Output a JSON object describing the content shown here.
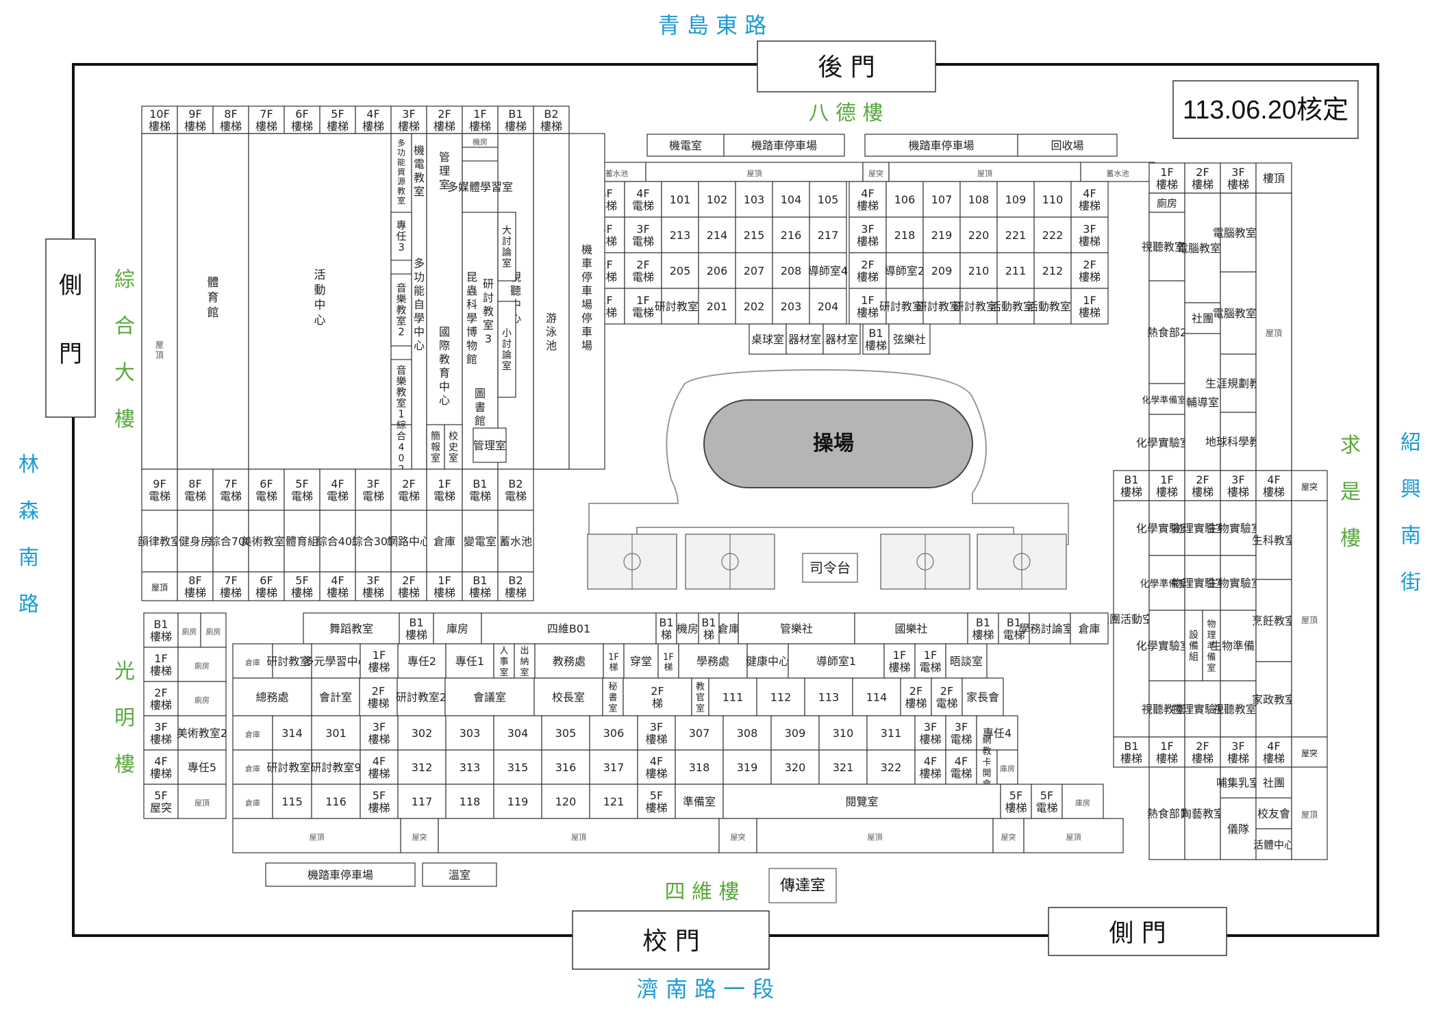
{
  "map": {
    "approved_label": "113.06.20核定",
    "roads": {
      "north": "青 島 東 路",
      "south": "濟 南 路 一 段",
      "west": "林森南路",
      "east": "紹興南街"
    },
    "gates": {
      "back": "後 門",
      "front": "校 門",
      "side_west": "側門",
      "side_east": "側 門"
    },
    "buildings": {
      "bade": "八 德 樓",
      "siwei": "四 維 樓",
      "zonghe": "綜合大樓",
      "guangming": "光明樓",
      "qiushi": "求是樓"
    },
    "field": {
      "track": "操場",
      "stage": "司令台",
      "guard_room": "傳達室"
    },
    "top_facilities": [
      "機電室",
      "機踏車停車場",
      "機踏車停車場",
      "回收場"
    ],
    "south_facilities": [
      "機踏車停車場",
      "溫室"
    ],
    "zonghe_stair_top": [
      "10F\n樓梯",
      "9F\n樓梯",
      "8F\n樓梯",
      "7F\n樓梯",
      "6F\n樓梯",
      "5F\n樓梯",
      "4F\n樓梯",
      "3F\n樓梯",
      "2F\n樓梯",
      "1F\n樓梯",
      "B1\n樓梯",
      "B2\n樓梯"
    ],
    "zonghe_cols": [
      "屋頂",
      "體育館",
      "活動中心",
      "多功能資源教室",
      "機電教室",
      "管理室",
      "機房",
      "多媒體學習室",
      "視聽中心",
      "游泳池",
      "機車停車場",
      "停車場"
    ],
    "zonghe_mid": [
      "專任3",
      "音樂教室2",
      "音樂教室1",
      "綜合402",
      "多功能自學中心",
      "國際教育中心",
      "昆蟲科學博物館",
      "研討教室3",
      "簡報室",
      "校史室",
      "大討論室",
      "小討論室",
      "圖書館",
      "管理室"
    ],
    "zonghe_elev": [
      "9F\n電梯",
      "8F\n電梯",
      "7F\n電梯",
      "6F\n電梯",
      "5F\n電梯",
      "4F\n電梯",
      "3F\n電梯",
      "2F\n電梯",
      "1F\n電梯",
      "B1\n電梯",
      "B2\n電梯"
    ],
    "zonghe_low": [
      "韻律教室",
      "健身房",
      "綜合701",
      "美術教室1",
      "體育組",
      "綜合401",
      "綜合301",
      "網路中心",
      "倉庫",
      "變電室",
      "蓄水池"
    ],
    "zonghe_stair_bot": [
      "屋頂",
      "8F\n樓梯",
      "7F\n樓梯",
      "6F\n樓梯",
      "5F\n樓梯",
      "4F\n樓梯",
      "3F\n樓梯",
      "2F\n樓梯",
      "1F\n樓梯",
      "B1\n樓梯",
      "B2\n樓梯"
    ],
    "bade_rows": [
      [
        "4F\n樓梯",
        "4F\n電梯",
        "101",
        "102",
        "103",
        "104",
        "105",
        "4F\n樓梯",
        "106",
        "107",
        "108",
        "109",
        "110",
        "4F\n樓梯"
      ],
      [
        "3F\n樓梯",
        "3F\n電梯",
        "213",
        "214",
        "215",
        "216",
        "217",
        "3F\n樓梯",
        "218",
        "219",
        "220",
        "221",
        "222",
        "3F\n樓梯"
      ],
      [
        "2F\n樓梯",
        "2F\n電梯",
        "205",
        "206",
        "207",
        "208",
        "導師室4",
        "2F\n樓梯",
        "導師室2",
        "209",
        "210",
        "211",
        "212",
        "2F\n樓梯"
      ],
      [
        "1F\n樓梯",
        "1F\n電梯",
        "研討教室4",
        "201",
        "202",
        "203",
        "204",
        "1F\n樓梯",
        "研討教室5",
        "研討教室6",
        "研討教室7",
        "活動教室1",
        "活動教室2",
        "1F\n樓梯"
      ]
    ],
    "bade_b1": [
      "桌球室",
      "器材室",
      "器材室",
      "B1\n樓梯",
      "弦樂社"
    ],
    "bade_top": [
      "蓄水池",
      "屋頂",
      "屋突",
      "屋頂",
      "蓄水池"
    ],
    "ne_block": {
      "heads": [
        "1F\n樓梯",
        "2F\n樓梯",
        "3F\n樓梯",
        "樓頂"
      ],
      "rooms": [
        "廁房",
        "視聽教室1",
        "熱食部2",
        "化學準備室2",
        "化學實驗室1",
        "電腦教室1",
        "社團",
        "輔導室",
        "電腦教室3",
        "電腦教室2",
        "生涯規劃教室",
        "地球科學教室",
        "屋頂"
      ]
    },
    "qiushi": {
      "heads": [
        "B1\n樓梯",
        "1F\n樓梯",
        "2F\n樓梯",
        "3F\n樓梯",
        "4F\n樓梯",
        "屋突"
      ],
      "rooms": [
        "社團活動空間",
        "化學實驗室2",
        "化學準備室1",
        "化學實驗室3",
        "視聽教室3",
        "物理實驗室1",
        "物理實驗室2",
        "設備組",
        "物理準備室",
        "物理實驗室3",
        "生物實驗室2",
        "生物實驗室1",
        "生物準備室",
        "視聽教室4",
        "生科教室",
        "烹飪教室",
        "家政教室",
        "屋頂"
      ],
      "heads2": [
        "B1\n樓梯",
        "1F\n樓梯",
        "2F\n樓梯",
        "3F\n樓梯",
        "4F\n樓梯",
        "屋突"
      ],
      "rooms2": [
        "熱食部1",
        "陶藝教室",
        "哺集乳室",
        "儀隊",
        "社團",
        "校友會",
        "活體中心",
        "屋頂"
      ]
    },
    "guangming": {
      "rows": [
        [
          "B1\n樓梯",
          "廁房",
          "廁房"
        ],
        [
          "1F\n樓梯",
          "廁房"
        ],
        [
          "2F\n樓梯",
          "廁房"
        ],
        [
          "3F\n樓梯",
          "美術教室2"
        ],
        [
          "4F\n樓梯",
          "專任5"
        ],
        [
          "5F\n屋突",
          "屋頂"
        ]
      ]
    },
    "siwei_top": [
      "舞蹈教室",
      "B1\n樓梯",
      "庫房",
      "四維B01",
      "B1\n梯",
      "機房",
      "B1\n梯",
      "倉庫",
      "管樂社",
      "國樂社",
      "B1\n樓梯",
      "B1\n電梯",
      "學務討論室2",
      "倉庫"
    ],
    "siwei_rows": [
      [
        "倉庫",
        "研討教室1",
        "多元學習中心",
        "1F\n樓梯",
        "專任2",
        "專任1",
        "人事室",
        "出納室",
        "教務處",
        "1F\n梯",
        "穿堂",
        "1F\n梯",
        "學務處",
        "健康中心",
        "導師室1",
        "1F\n樓梯",
        "1F\n電梯",
        "晤談室"
      ],
      [
        "總務處",
        "會計室",
        "2F\n樓梯",
        "研討教室2",
        "會議室",
        "校長室",
        "秘書室",
        "2F\n梯",
        "教官室",
        "111",
        "112",
        "113",
        "114",
        "2F\n樓梯",
        "2F\n電梯",
        "家長會"
      ],
      [
        "倉庫",
        "314",
        "301",
        "3F\n樓梯",
        "302",
        "303",
        "304",
        "305",
        "306",
        "3F\n樓梯",
        "307",
        "308",
        "309",
        "310",
        "311",
        "3F\n樓梯",
        "3F\n電梯",
        "專任4"
      ],
      [
        "倉庫",
        "研討教室8",
        "研討教室9",
        "4F\n樓梯",
        "312",
        "313",
        "315",
        "316",
        "317",
        "4F\n樓梯",
        "318",
        "319",
        "320",
        "321",
        "322",
        "4F\n樓梯",
        "4F\n電梯",
        "網教卡開會室",
        "庫房"
      ],
      [
        "倉庫",
        "115",
        "116",
        "5F\n樓梯",
        "117",
        "118",
        "119",
        "120",
        "121",
        "5F\n樓梯",
        "準備室",
        "閱覽室",
        "5F\n樓梯",
        "5F\n電梯",
        "庫房"
      ],
      [
        "屋頂",
        "屋突",
        "屋頂",
        "屋突",
        "屋頂",
        "屋突",
        "屋頂"
      ]
    ]
  }
}
